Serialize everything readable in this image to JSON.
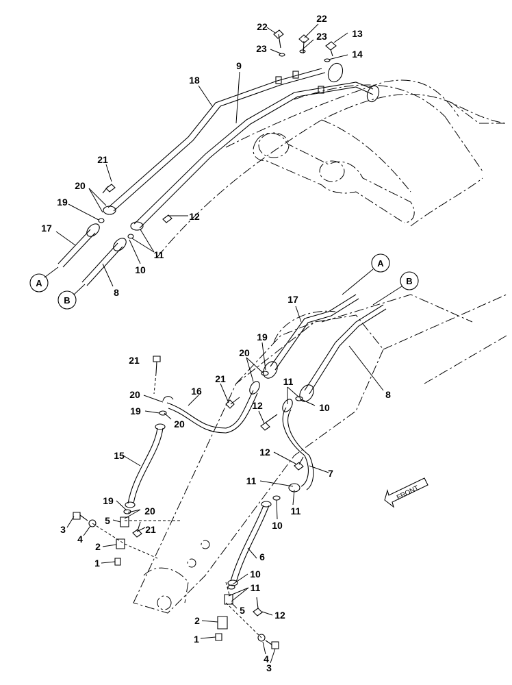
{
  "diagram": {
    "callouts": {
      "top": {
        "c22a": "22",
        "c22b": "22",
        "c13": "13",
        "c23a": "23",
        "c23b": "23",
        "c14": "14",
        "c9": "9",
        "c18": "18",
        "c21": "21",
        "c20": "20",
        "c19": "19",
        "c17": "17",
        "c12": "12",
        "c11": "11",
        "c10": "10",
        "c8": "8"
      },
      "bottom": {
        "c17": "17",
        "c19": "19",
        "c20a": "20",
        "c21a": "21",
        "c21b": "21",
        "c11a": "11",
        "c16": "16",
        "c20b": "20",
        "c19b": "19",
        "c20c": "20",
        "c12a": "12",
        "c10a": "10",
        "c8": "8",
        "c12b": "12",
        "c7": "7",
        "c15": "15",
        "c11b": "11",
        "c11c": "11",
        "c10b": "10",
        "c19c": "19",
        "c20d": "20",
        "c3a": "3",
        "c5a": "5",
        "c21c": "21",
        "c4a": "4",
        "c2a": "2",
        "c1a": "1",
        "c6": "6",
        "c10c": "10",
        "c11d": "11",
        "c5b": "5",
        "c12c": "12",
        "c2b": "2",
        "c1b": "1",
        "c4b": "4",
        "c3b": "3"
      }
    },
    "connectors": {
      "a_top": "A",
      "b_top": "B",
      "a_bottom": "A",
      "b_bottom": "B"
    },
    "direction_arrow": "FRONT"
  }
}
